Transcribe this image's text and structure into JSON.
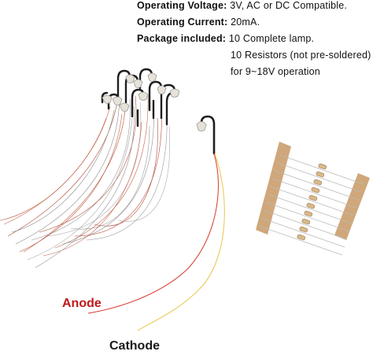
{
  "specs": {
    "voltage_label": "Operating Voltage:",
    "voltage_value": "3V, AC or DC Compatible.",
    "current_label": "Operating Current:",
    "current_value": "20mA.",
    "package_label": "Package included:",
    "package_line1": "10 Complete lamp.",
    "package_line2": "10 Resistors (not pre-soldered)",
    "package_line3": "for 9~18V operation"
  },
  "labels": {
    "anode": "Anode",
    "cathode": "Cathode"
  },
  "colors": {
    "anode_wire": "#d63a2f",
    "cathode_wire": "#e8c64a",
    "anode_text": "#c0181c",
    "resistor_paper": "#cfa77a"
  }
}
